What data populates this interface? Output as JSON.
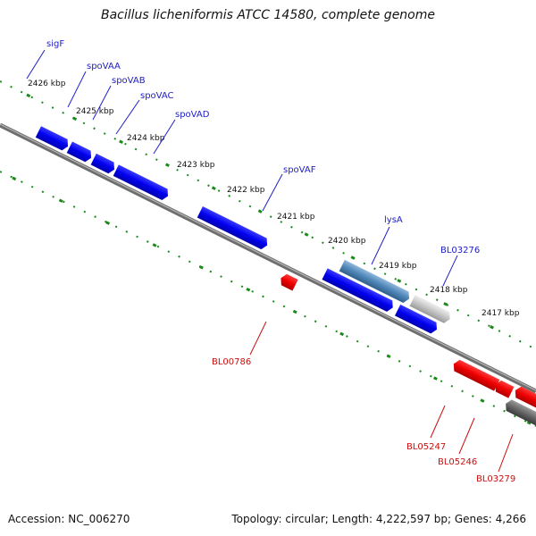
{
  "title": "Bacillus licheniformis ATCC 14580, complete genome",
  "accession": "Accession: NC_006270",
  "summary": "Topology: circular; Length: 4,222,597 bp; Genes: 4,266",
  "colors": {
    "forward_gene": "#0000ee",
    "reverse_gene": "#ee0000",
    "highlight_orange": "#f39a1c",
    "steelblue_gene": "#4f86b6",
    "light_gray_gene": "#c6c6c6",
    "dark_gray_gene": "#666666",
    "tick": "#1a8a1a",
    "backbone": "#808080",
    "label_blue": "#2020c8",
    "label_red": "#c81010"
  },
  "scale_labels": [
    "2426 kbp",
    "2425 kbp",
    "2424 kbp",
    "2423 kbp",
    "2422 kbp",
    "2421 kbp",
    "2420 kbp",
    "2419 kbp",
    "2418 kbp",
    "2417 kbp"
  ],
  "forward_genes": [
    {
      "name": "sigF",
      "color": "orange"
    },
    {
      "name": "spoVAA",
      "color": "blue"
    },
    {
      "name": "spoVAB",
      "color": "blue"
    },
    {
      "name": "spoVAC",
      "color": "blue"
    },
    {
      "name": "spoVAD",
      "color": "blue"
    },
    {
      "name": "spoVAF",
      "color": "blue"
    },
    {
      "name": "lysA",
      "color": "steelblue"
    },
    {
      "name": "BL03276",
      "color": "lightgray"
    }
  ],
  "reverse_genes": [
    {
      "name": "BL00786",
      "color": "red"
    },
    {
      "name": "BL05247",
      "color": "red"
    },
    {
      "name": "BL05246",
      "color": "red"
    },
    {
      "name": "BL03279",
      "color": "darkgray"
    }
  ]
}
